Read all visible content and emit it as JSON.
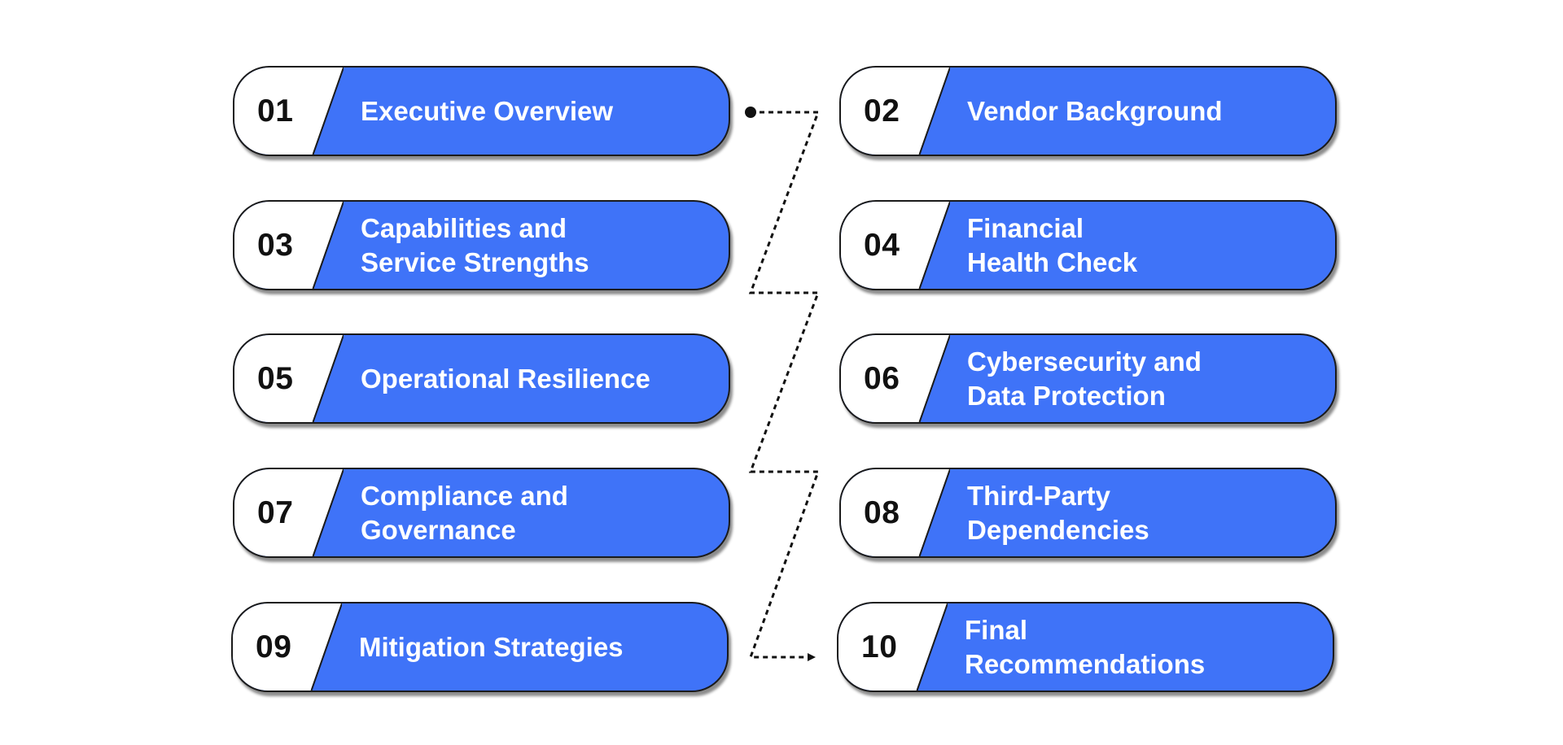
{
  "theme": {
    "accent": "#3F73F8",
    "number_panel": "#FFFFFF",
    "border": "#1A1A1A",
    "title_text": "#FFFFFF",
    "number_text": "#111111",
    "connector": "#111111"
  },
  "steps": [
    {
      "number": "01",
      "title": "Executive Overview"
    },
    {
      "number": "02",
      "title": "Vendor Background"
    },
    {
      "number": "03",
      "title": "Capabilities and\nService Strengths"
    },
    {
      "number": "04",
      "title": "Financial\nHealth Check"
    },
    {
      "number": "05",
      "title": "Operational Resilience"
    },
    {
      "number": "06",
      "title": "Cybersecurity and\nData Protection"
    },
    {
      "number": "07",
      "title": "Compliance and\nGovernance"
    },
    {
      "number": "08",
      "title": "Third-Party\nDependencies"
    },
    {
      "number": "09",
      "title": "Mitigation Strategies"
    },
    {
      "number": "10",
      "title": "Final\nRecommendations"
    }
  ],
  "connector": {
    "style": "dotted",
    "start_marker": "dot",
    "end_marker": "arrow",
    "order": [
      "01",
      "02",
      "03",
      "04",
      "05",
      "06",
      "07",
      "08",
      "09",
      "10"
    ]
  }
}
